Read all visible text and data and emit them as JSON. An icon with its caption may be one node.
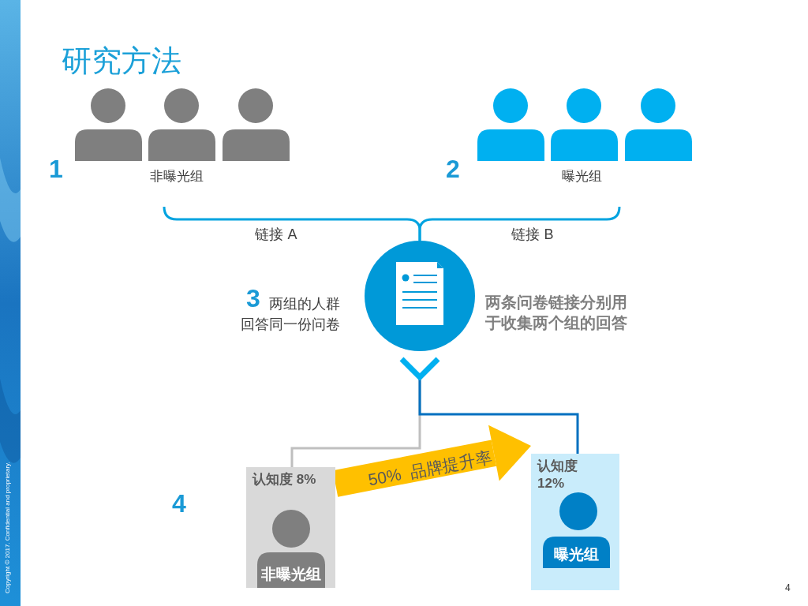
{
  "diagram": {
    "title": "研究方法",
    "nodes": [
      {
        "text": [
          "非曝光组"
        ],
        "beside": [
          "1"
        ]
      },
      {
        "text": [
          "曝光组"
        ],
        "beside": [
          "2"
        ]
      },
      {
        "text": [],
        "shape": "circle",
        "beside": [
          "两条问卷链接分别用于收集两个组的回答"
        ]
      },
      {
        "text": [],
        "shape": "chevron"
      },
      {
        "text": [
          "认知度 8%",
          "非曝光组"
        ]
      },
      {
        "text": [
          "认知度 12%",
          "曝光组"
        ]
      }
    ],
    "edges": [
      {
        "from": 0,
        "to": 2,
        "arrow": "none",
        "label": "链接 A"
      },
      {
        "from": 1,
        "to": 2,
        "arrow": "none",
        "label": "链接 B"
      },
      {
        "from": 3,
        "to": 4,
        "arrow": "none",
        "color": "#bfbfbf"
      },
      {
        "from": 3,
        "to": 5,
        "arrow": "none",
        "color": "#0070c0"
      },
      {
        "from": 4,
        "to": 5,
        "arrow": "to",
        "style": "thick",
        "color": "#ffc000",
        "label": "50%  品牌提升率"
      }
    ],
    "labels": [
      "3",
      "两组的人群回答同一份问卷",
      "4",
      "Copyright © 2017. Confidential and proprietary.",
      "4"
    ]
  }
}
